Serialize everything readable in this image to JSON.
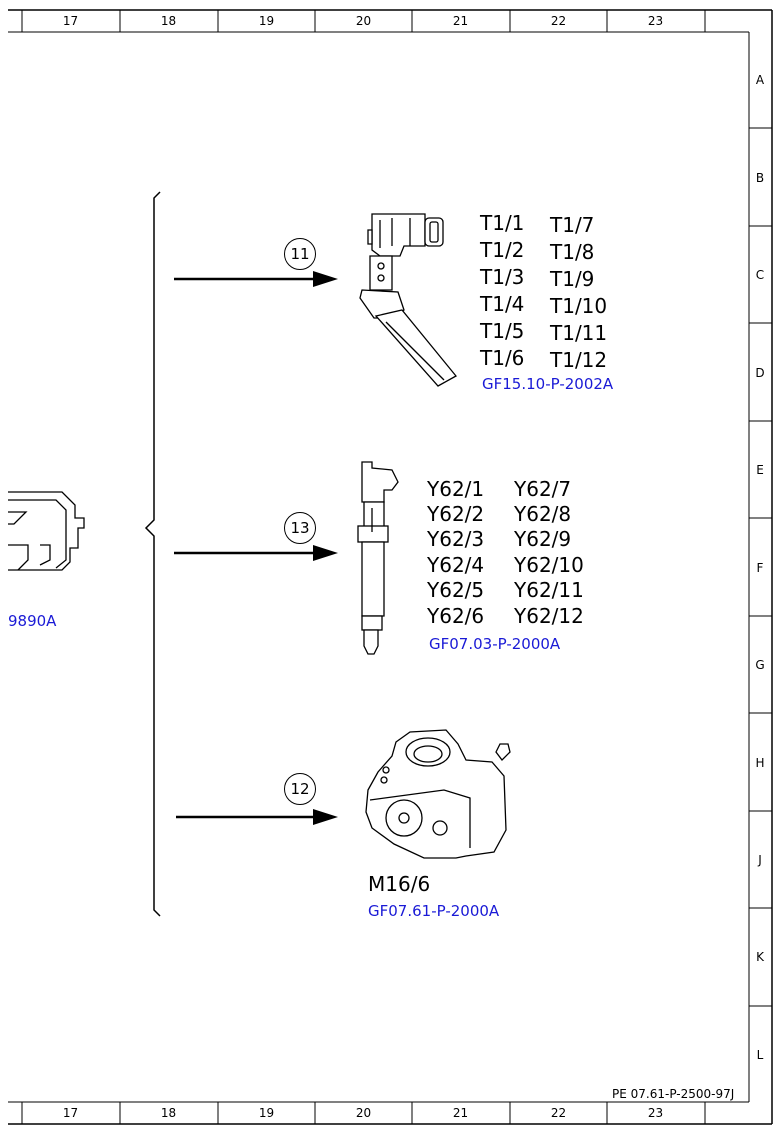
{
  "frame": {
    "columns": [
      "17",
      "18",
      "19",
      "20",
      "21",
      "22",
      "23"
    ],
    "rows": [
      "A",
      "B",
      "C",
      "D",
      "E",
      "F",
      "G",
      "H",
      "J",
      "K",
      "L"
    ],
    "doc_code": "PE 07.61-P-2500-97J"
  },
  "left_partial": {
    "ref": "9890A"
  },
  "callouts": [
    {
      "number": "11",
      "labels_col1": [
        "T1/1",
        "T1/2",
        "T1/3",
        "T1/4",
        "T1/5",
        "T1/6"
      ],
      "labels_col2": [
        "T1/7",
        "T1/8",
        "T1/9",
        "T1/10",
        "T1/11",
        "T1/12"
      ],
      "ref": "GF15.10-P-2002A",
      "component": "glow-plug"
    },
    {
      "number": "13",
      "labels_col1": [
        "Y62/1",
        "Y62/2",
        "Y62/3",
        "Y62/4",
        "Y62/5",
        "Y62/6"
      ],
      "labels_col2": [
        "Y62/7",
        "Y62/8",
        "Y62/9",
        "Y62/10",
        "Y62/11",
        "Y62/12"
      ],
      "ref": "GF07.03-P-2000A",
      "component": "injector"
    },
    {
      "number": "12",
      "label": "M16/6",
      "ref": "GF07.61-P-2000A",
      "component": "throttle-actuator"
    }
  ],
  "colors": {
    "ref_blue": "#1a1ad6",
    "line": "#000000"
  }
}
